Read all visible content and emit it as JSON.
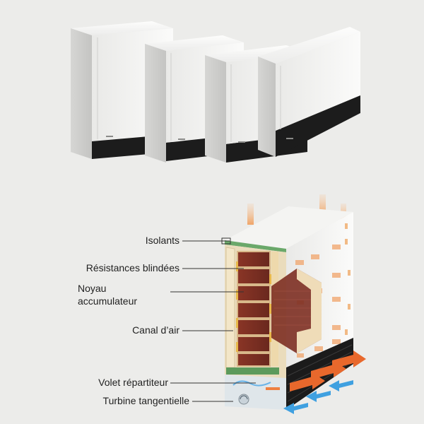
{
  "labels": {
    "isolants": "Isolants",
    "resistances": "Résistances blindées",
    "noyau_line1": "Noyau",
    "noyau_line2": "accumulateur",
    "canal": "Canal d’air",
    "volet": "Volet répartiteur",
    "turbine": "Turbine tangentielle"
  },
  "colors": {
    "background": "#ececea",
    "casing": "#f6f6f4",
    "base": "#1b1b1b",
    "core_brick": "#7a2e22",
    "insulation": "#efe2c4",
    "insulation_green": "#5c9a5c",
    "hot_air": "#e8682c",
    "cold_air": "#3fa0e0"
  },
  "icons": {
    "hot_air_arrow": "hot-air-arrow-icon",
    "cold_air_arrow": "cold-air-arrow-icon",
    "heat_wave": "heat-wave-icon"
  }
}
